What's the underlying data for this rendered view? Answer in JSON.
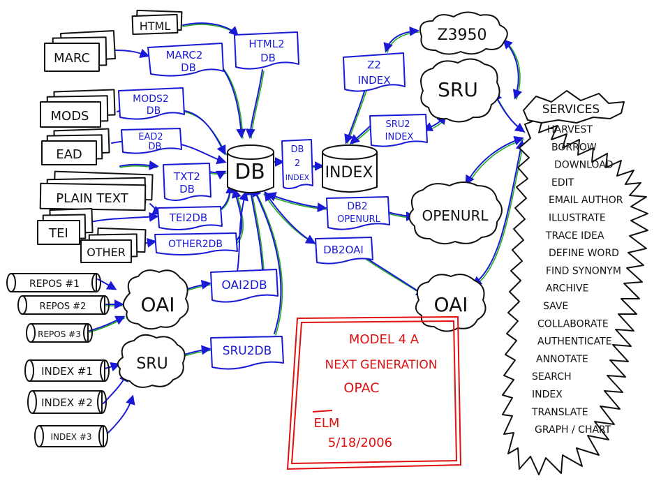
{
  "colors": {
    "ink_black": "#111111",
    "ink_blue": "#1a1ad6",
    "ink_green": "#22aa22",
    "ink_red": "#e01010"
  },
  "sources": {
    "html": "HTML",
    "marc": "MARC",
    "mods": "MODS",
    "ead": "EAD",
    "plain_text": "PLAIN TEXT",
    "tei": "TEI",
    "other": "OTHER"
  },
  "converters": {
    "marc2db": [
      "MARC2",
      "DB"
    ],
    "html2db": [
      "HTML2",
      "DB"
    ],
    "mods2db": [
      "MODS2",
      "DB"
    ],
    "ead2db": [
      "EAD2",
      "DB"
    ],
    "txt2db": [
      "TXT2",
      "DB"
    ],
    "tei2db": "TEI2DB",
    "other2db": "OTHER2DB",
    "oai2db": "OAI2DB",
    "sru2db": "SRU2DB",
    "db2index": [
      "DB",
      "2",
      "INDEX"
    ],
    "z2index": [
      "Z2",
      "INDEX"
    ],
    "sru2index": [
      "SRU2",
      "INDEX"
    ],
    "db2openurl": [
      "DB2",
      "OPENURL"
    ],
    "db2oai": "DB2OAI"
  },
  "repositories": [
    "REPOS #1",
    "REPOS #2",
    "REPOS #3"
  ],
  "indexes": [
    "INDEX #1",
    "INDEX #2",
    "INDEX #3"
  ],
  "stores": {
    "db": "DB",
    "index": "INDEX"
  },
  "clouds": {
    "z3950": "Z3950",
    "sru_top": "SRU",
    "openurl": "OPENURL",
    "oai_right": "OAI",
    "oai_left": "OAI",
    "sru_left": "SRU"
  },
  "services": {
    "title": "SERVICES",
    "items": [
      "HARVEST",
      "BORROW",
      "DOWNLOAD",
      "EDIT",
      "EMAIL AUTHOR",
      "ILLUSTRATE",
      "TRACE IDEA",
      "DEFINE WORD",
      "FIND SYNONYM",
      "ARCHIVE",
      "SAVE",
      "COLLABORATE",
      "AUTHENTICATE",
      "ANNOTATE",
      "SEARCH",
      "INDEX",
      "TRANSLATE",
      "GRAPH / CHART"
    ]
  },
  "model_note": {
    "line1": "MODEL 4 A",
    "line2": "NEXT GENERATION",
    "line3": "OPAC",
    "initials": "ELM",
    "date": "5/18/2006"
  }
}
